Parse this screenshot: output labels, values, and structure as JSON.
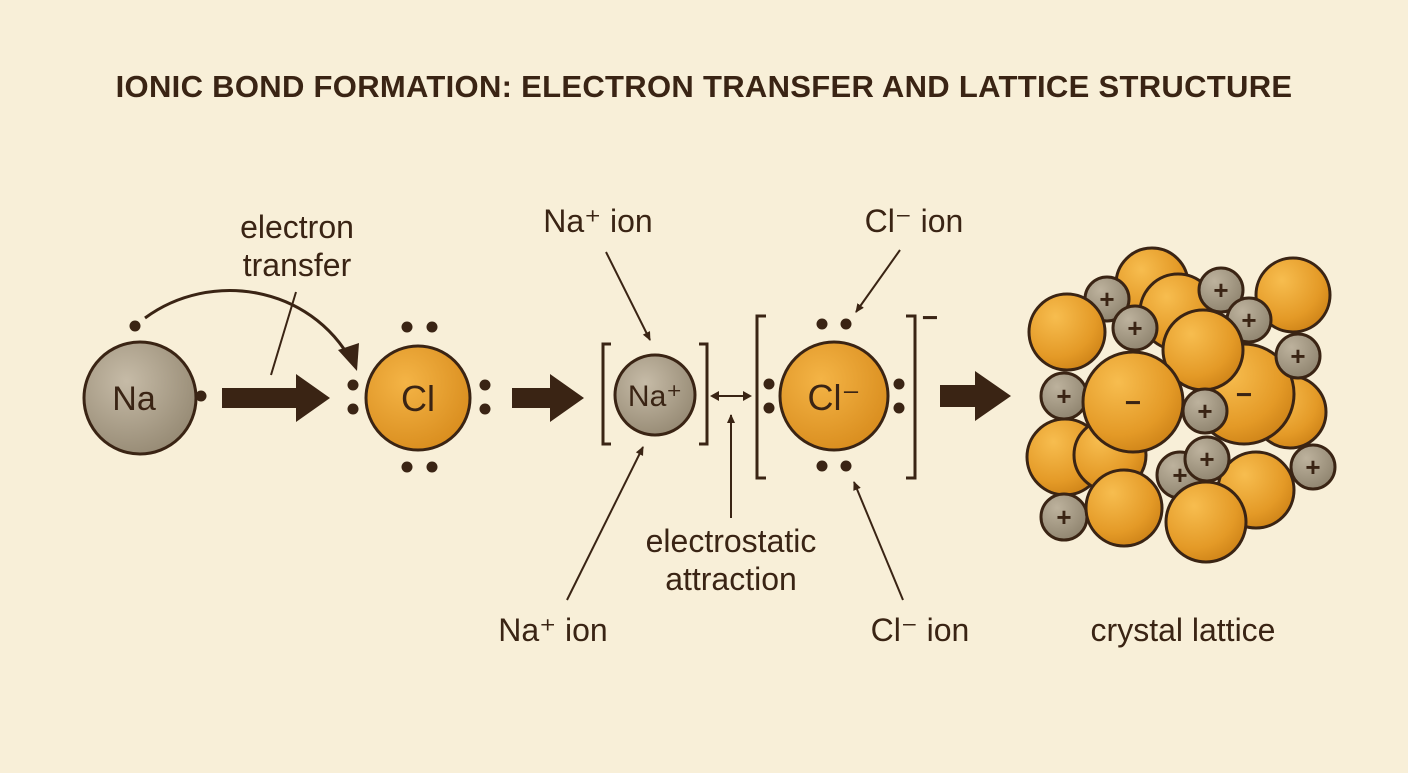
{
  "title": "IONIC BOND FORMATION: ELECTRON TRANSFER AND LATTICE STRUCTURE",
  "labels": {
    "electron_transfer_line1": "electron",
    "electron_transfer_line2": "transfer",
    "na_ion_top": "Na⁺ ion",
    "cl_ion_top": "Cl⁻ ion",
    "electrostatic_line1": "electrostatic",
    "electrostatic_line2": "attraction",
    "na_ion_bottom": "Na⁺ ion",
    "cl_ion_bottom": "Cl⁻ ion",
    "crystal_lattice": "crystal lattice"
  },
  "atoms": {
    "na_atom": "Na",
    "cl_atom": "Cl",
    "na_ion": "Na⁺",
    "cl_ion": "Cl⁻",
    "cl_bracket_charge": "−"
  },
  "lattice": {
    "cation_sign": "+",
    "anion_sign": "−"
  },
  "colors": {
    "background": "#f8efd8",
    "ink": "#3a2414",
    "sodium": "#a69a85",
    "chlorine": "#e79f2c"
  }
}
